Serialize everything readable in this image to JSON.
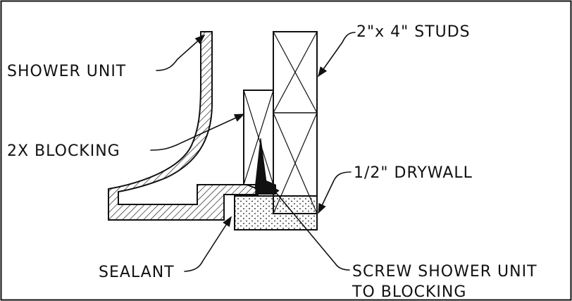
{
  "labels": {
    "shower_unit": "SHOWER UNIT",
    "studs": "2\"x 4\" STUDS",
    "blocking": "2X BLOCKING",
    "drywall": "1/2\" DRYWALL",
    "sealant": "SEALANT",
    "screw_line1": "SCREW SHOWER UNIT",
    "screw_line2": "TO BLOCKING"
  },
  "colors": {
    "ink": "#111111",
    "background": "#ffffff"
  }
}
